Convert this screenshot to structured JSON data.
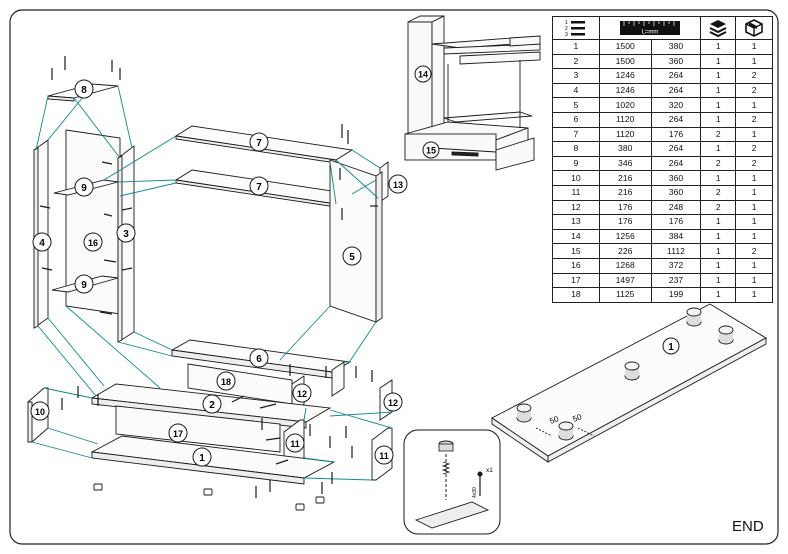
{
  "header_icons": [
    "step-list-icon",
    "ruler-icon",
    "layers-icon",
    "box-icon"
  ],
  "ruler_label": "L=mm",
  "step_list_numbers": [
    "1",
    "2",
    "3"
  ],
  "parts": [
    {
      "no": "1",
      "length": "1500",
      "width": "380",
      "a": "1",
      "b": "1"
    },
    {
      "no": "2",
      "length": "1500",
      "width": "360",
      "a": "1",
      "b": "1"
    },
    {
      "no": "3",
      "length": "1246",
      "width": "264",
      "a": "1",
      "b": "2"
    },
    {
      "no": "4",
      "length": "1246",
      "width": "264",
      "a": "1",
      "b": "2"
    },
    {
      "no": "5",
      "length": "1020",
      "width": "320",
      "a": "1",
      "b": "1"
    },
    {
      "no": "6",
      "length": "1120",
      "width": "264",
      "a": "1",
      "b": "2"
    },
    {
      "no": "7",
      "length": "1120",
      "width": "176",
      "a": "2",
      "b": "1"
    },
    {
      "no": "8",
      "length": "380",
      "width": "264",
      "a": "1",
      "b": "2"
    },
    {
      "no": "9",
      "length": "346",
      "width": "264",
      "a": "2",
      "b": "2"
    },
    {
      "no": "10",
      "length": "216",
      "width": "360",
      "a": "1",
      "b": "1"
    },
    {
      "no": "11",
      "length": "216",
      "width": "360",
      "a": "2",
      "b": "1"
    },
    {
      "no": "12",
      "length": "176",
      "width": "248",
      "a": "2",
      "b": "1"
    },
    {
      "no": "13",
      "length": "176",
      "width": "176",
      "a": "1",
      "b": "1"
    },
    {
      "no": "14",
      "length": "1256",
      "width": "384",
      "a": "1",
      "b": "1"
    },
    {
      "no": "15",
      "length": "226",
      "width": "1112",
      "a": "1",
      "b": "2"
    },
    {
      "no": "16",
      "length": "1268",
      "width": "372",
      "a": "1",
      "b": "1"
    },
    {
      "no": "17",
      "length": "1497",
      "width": "237",
      "a": "1",
      "b": "1"
    },
    {
      "no": "18",
      "length": "1125",
      "width": "199",
      "a": "1",
      "b": "1"
    }
  ],
  "callouts": {
    "p1": "1",
    "p2": "2",
    "p3": "3",
    "p4": "4",
    "p5": "5",
    "p6": "6",
    "p7a": "7",
    "p7b": "7",
    "p8": "8",
    "p9a": "9",
    "p9b": "9",
    "p10": "10",
    "p11a": "11",
    "p11b": "11",
    "p12a": "12",
    "p12b": "12",
    "p13": "13",
    "p14": "14",
    "p15": "15",
    "p16": "16",
    "p17": "17",
    "p18": "18",
    "panel1": "1"
  },
  "dims": {
    "d1": "50",
    "d2": "50"
  },
  "screw_qty": "x1",
  "screw_size": "4x30",
  "end_label": "END",
  "colors": {
    "line": "#1a1a1a",
    "teal": "#0f8a8a",
    "panel": "#f7f7f7"
  }
}
